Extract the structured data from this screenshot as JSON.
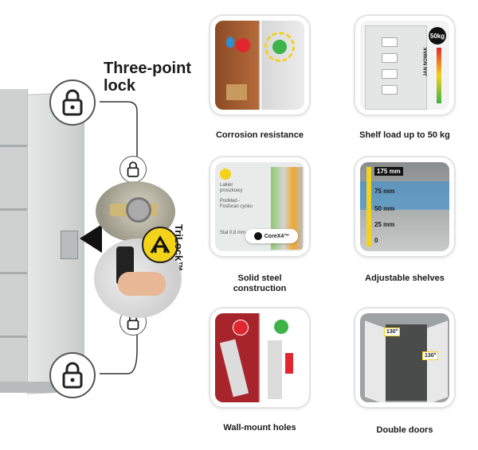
{
  "lock_section": {
    "title_line1": "Three-point",
    "title_line2": "lock",
    "trilock_label": "TriLock™"
  },
  "features": [
    {
      "caption": "Corrosion resistance",
      "icon": "corrosion-icon"
    },
    {
      "caption": "Shelf load up to 50 kg",
      "icon": "shelf-load-icon",
      "badge": "50kg",
      "brand": "JAN NOWAK"
    },
    {
      "caption_line1": "Solid steel",
      "caption_line2": "construction",
      "icon": "steel-icon",
      "tile_texts": [
        "Lakier proszkowy",
        "Podkład - Fosforan cynku",
        "Stal 0,8 mm"
      ],
      "core_label": "CoreX4™"
    },
    {
      "caption": "Adjustable shelves",
      "icon": "shelves-icon",
      "scale": [
        "175 mm",
        "75 mm",
        "50 mm",
        "25 mm",
        "0"
      ]
    },
    {
      "caption": "Wall-mount holes",
      "icon": "wall-mount-icon"
    },
    {
      "caption": "Double doors",
      "icon": "double-doors-icon",
      "angles": [
        "130°",
        "130°"
      ]
    }
  ],
  "colors": {
    "accent_yellow": "#f3d21a",
    "sad_red": "#e2262f",
    "happy_green": "#3db34a",
    "blue": "#2f8fd6"
  }
}
